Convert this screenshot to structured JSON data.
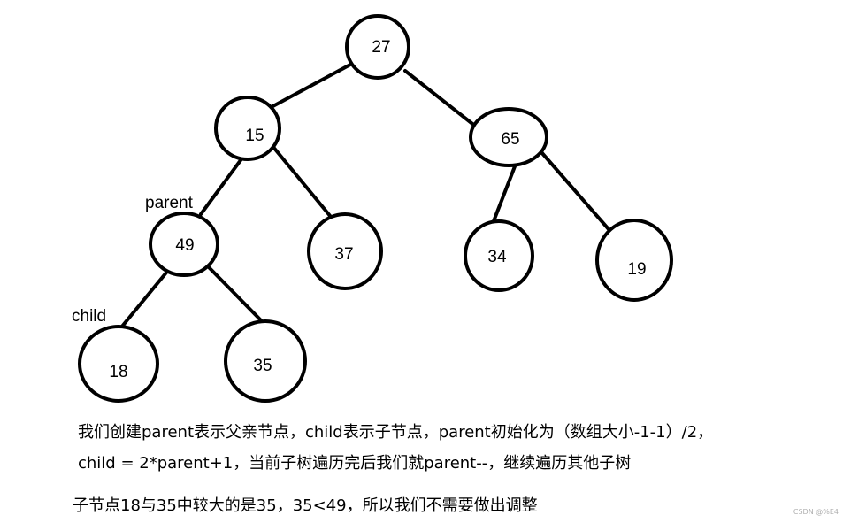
{
  "tree": {
    "nodes": [
      {
        "id": "n27",
        "label": "27"
      },
      {
        "id": "n15",
        "label": "15"
      },
      {
        "id": "n65",
        "label": "65"
      },
      {
        "id": "n49",
        "label": "49"
      },
      {
        "id": "n37",
        "label": "37"
      },
      {
        "id": "n34",
        "label": "34"
      },
      {
        "id": "n19",
        "label": "19"
      },
      {
        "id": "n18",
        "label": "18"
      },
      {
        "id": "n35",
        "label": "35"
      }
    ],
    "edges": [
      {
        "from": "n27",
        "to": "n15"
      },
      {
        "from": "n27",
        "to": "n65"
      },
      {
        "from": "n15",
        "to": "n49"
      },
      {
        "from": "n15",
        "to": "n37"
      },
      {
        "from": "n65",
        "to": "n34"
      },
      {
        "from": "n65",
        "to": "n19"
      },
      {
        "from": "n49",
        "to": "n18"
      },
      {
        "from": "n49",
        "to": "n35"
      }
    ],
    "pointers": {
      "parent": "parent",
      "child": "child"
    }
  },
  "captions": {
    "line1": "我们创建parent表示父亲节点，child表示子节点，parent初始化为（数组大小-1-1）/2，",
    "line2": "child = 2*parent+1，当前子树遍历完后我们就parent--，继续遍历其他子树",
    "line3": "子节点18与35中较大的是35，35<49，所以我们不需要做出调整"
  },
  "watermark": "CSDN @%E4"
}
